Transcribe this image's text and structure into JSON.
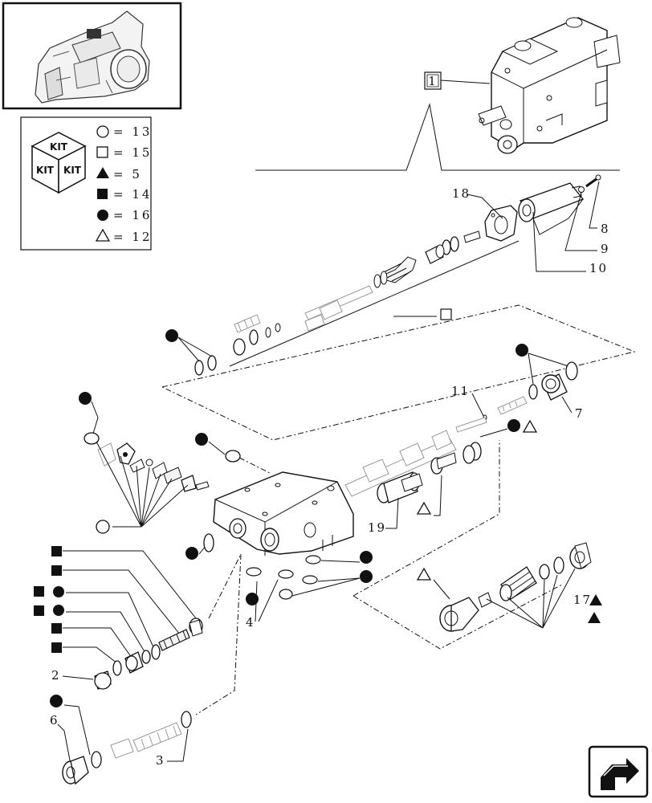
{
  "legend": {
    "kit_top": "KIT",
    "kit_left": "KIT",
    "kit_right": "KIT",
    "rows": [
      {
        "symbol": "circle-outline",
        "value": "= 13"
      },
      {
        "symbol": "square-outline",
        "value": "= 15"
      },
      {
        "symbol": "triangle-filled",
        "value": "= 5"
      },
      {
        "symbol": "square-filled",
        "value": "= 14"
      },
      {
        "symbol": "circle-filled",
        "value": "= 16"
      },
      {
        "symbol": "triangle-outline",
        "value": "= 12"
      }
    ]
  },
  "callouts": {
    "c1": "1",
    "c2": "2",
    "c3": "3",
    "c4": "4",
    "c6": "6",
    "c7": "7",
    "c8": "8",
    "c9": "9",
    "c10": "10",
    "c11": "11",
    "c17": "17",
    "c18": "18",
    "c19": "19"
  },
  "icons": {
    "nav": "next-page-arrow-icon"
  }
}
